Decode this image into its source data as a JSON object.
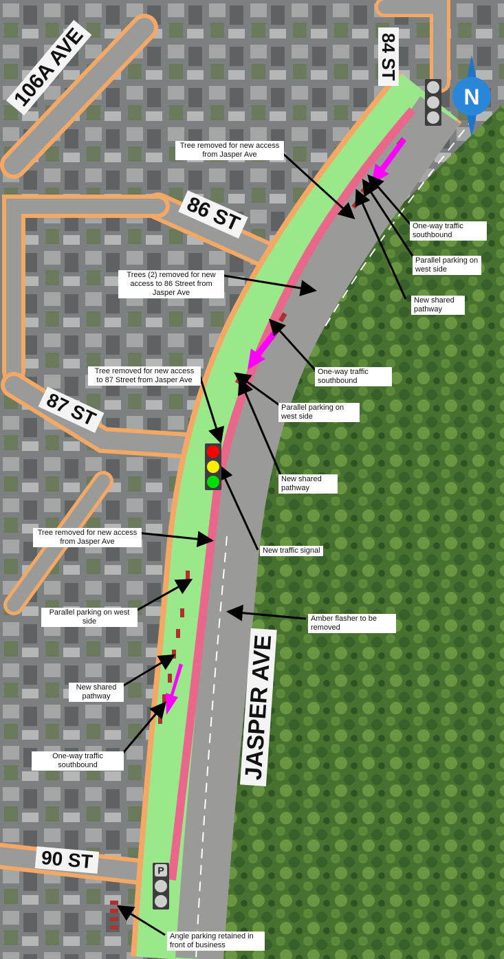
{
  "streets": {
    "ave_106a": "106A AVE",
    "st_84": "84 ST",
    "st_86": "86 ST",
    "st_87": "87 ST",
    "st_90": "90 ST",
    "jasper": "JASPER AVE"
  },
  "compass": {
    "label": "N"
  },
  "notes": {
    "tree_access_jasper_top": "Tree removed for new access from Jasper Ave",
    "oneway_top": "One-way traffic southbound",
    "parking_top": "Parallel parking on west side",
    "pathway_top": "New shared pathway",
    "trees_86": "Trees (2) removed for new access to 86 Street from Jasper Ave",
    "oneway_mid": "One-way traffic southbound",
    "tree_87": "Tree removed for new access to 87 Street from Jasper Ave",
    "parking_mid": "Parallel parking on west side",
    "pathway_mid": "New shared pathway",
    "signal": "New traffic signal",
    "tree_access_jasper_low": "Tree removed for new access from Jasper Ave",
    "parking_low": "Parallel parking on west side",
    "amber": "Amber flasher to be removed",
    "pathway_low": "New shared pathway",
    "oneway_low": "One-way traffic southbound",
    "angle_parking": "Angle parking retained in front of business"
  },
  "signals": {
    "top": {
      "lamps": [
        "#cfcfcf",
        "#cfcfcf",
        "#cfcfcf"
      ]
    },
    "mid": {
      "lamps": [
        "#ff0000",
        "#ffee00",
        "#00dd00"
      ]
    },
    "bottom": {
      "label": "P",
      "lamps": [
        "#cfcfcf",
        "#cfcfcf"
      ]
    }
  },
  "colors": {
    "road": "#9a9a98",
    "pathway": "#e8678a",
    "boulevard": "#9be88b",
    "curb": "#f3a866",
    "oneway_arrow": "#ff00ff",
    "parking_car": "#b03030",
    "forest": "#3f6a2a",
    "buildings": "#8d8d8d",
    "callout_line": "#000000"
  }
}
